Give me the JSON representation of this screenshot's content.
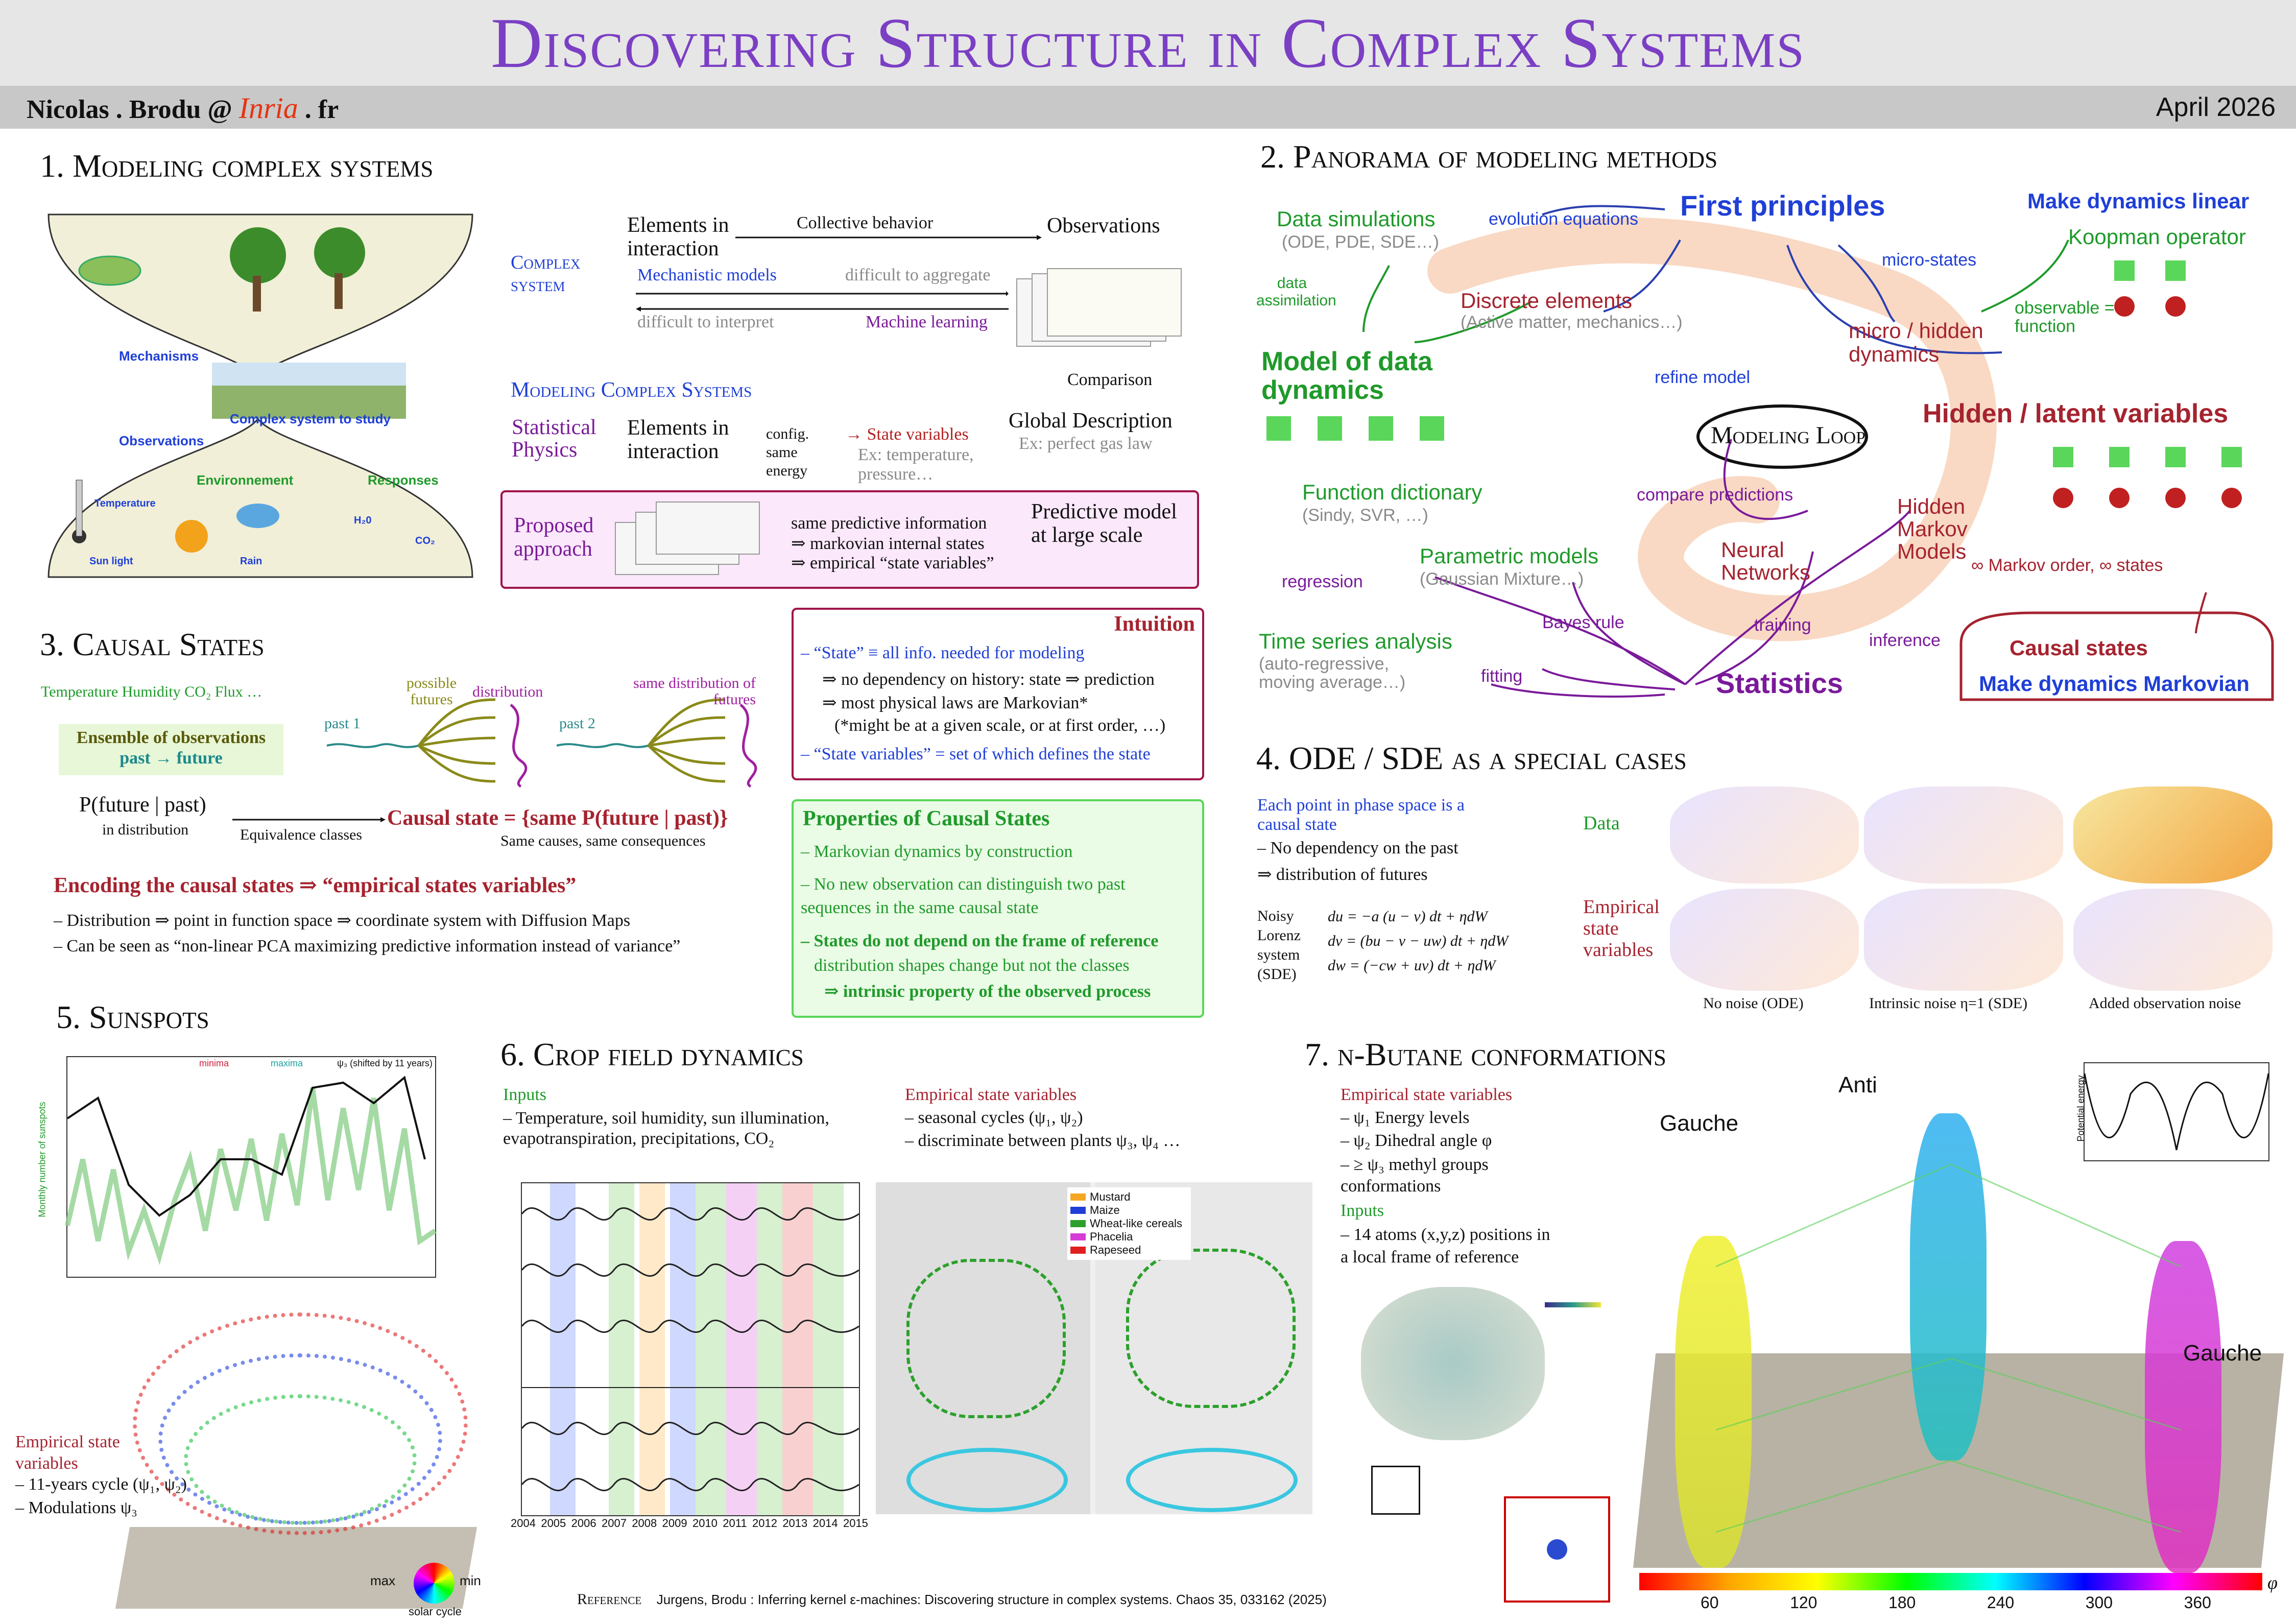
{
  "header": {
    "title": "Discovering Structure in Complex Systems",
    "author": "Nicolas . Brodu @",
    "author_logo": "Inria",
    "author_suffix": ". fr",
    "date": "April 2026"
  },
  "s1": {
    "title": "1. Modeling complex systems",
    "illustration": {
      "mechanisms": "Mechanisms",
      "observations": "Observations",
      "center": "Complex system to study",
      "environment": "Environnement",
      "responses": "Responses",
      "temperature": "Temperature",
      "sunlight": "Sun light",
      "rain": "Rain",
      "h2o": "H₂0",
      "co2": "CO₂"
    },
    "complex_system": "Complex system",
    "elements": "Elements in interaction",
    "collective": "Collective behavior",
    "observations": "Observations",
    "mechanistic": "Mechanistic models",
    "difficult_aggregate": "difficult to aggregate",
    "difficult_interpret": "difficult to interpret",
    "machine_learning": "Machine learning",
    "comparison": "Comparison",
    "modeling_cs": "Modeling Complex Systems",
    "stat_phys": "Statistical Physics",
    "elements2": "Elements in interaction",
    "config": "config. same energy",
    "state_vars": "→ State variables",
    "ex_temp": "Ex: temperature, pressure…",
    "global_desc": "Global Description",
    "ex_gas": "Ex: perfect gas law",
    "proposed": "Proposed approach",
    "p1": "same predictive information",
    "p2": "⇒ markovian internal states",
    "p3": "⇒ empirical “state variables”",
    "predictive_model": "Predictive model at large scale"
  },
  "s2": {
    "title": "2. Panorama of modeling methods",
    "first_principles": "First principles",
    "evolution_eq": "evolution equations",
    "data_sim": "Data simulations",
    "data_sim_sub": "(ODE, PDE, SDE…)",
    "data_assim": "data assimilation",
    "discrete": "Discrete elements",
    "discrete_sub": "(Active matter, mechanics…)",
    "model_data": "Model of data dynamics",
    "micro_states": "micro-states",
    "micro_hidden": "micro / hidden dynamics",
    "make_linear": "Make dynamics linear",
    "koopman": "Koopman operator",
    "observable": "observable = function",
    "refine": "refine model",
    "loop": "Modeling Loop",
    "compare": "compare predictions",
    "hidden_latent": "Hidden / latent variables",
    "func_dict": "Function dictionary",
    "func_dict_sub": "(Sindy, SVR, …)",
    "parametric": "Parametric models",
    "parametric_sub": "(Gaussian Mixture…)",
    "regression": "regression",
    "bayes": "Bayes rule",
    "neural": "Neural Networks",
    "hmm": "Hidden Markov Models",
    "training": "training",
    "inference": "inference",
    "markov_inf": "∞ Markov order, ∞ states",
    "time_series": "Time series analysis",
    "time_series_sub": "(auto-regressive, moving average…)",
    "fitting": "fitting",
    "statistics": "Statistics",
    "causal_states": "Causal states",
    "make_markov": "Make dynamics Markovian"
  },
  "s3": {
    "title": "3. Causal States",
    "vars": "Temperature  Humidity  CO₂ Flux  …",
    "ensemble": "Ensemble of observations",
    "past_future": "past → future",
    "possible_futures": "possible futures",
    "distribution": "distribution",
    "past1": "past 1",
    "past2": "past 2",
    "same_dist": "same distribution of futures",
    "p_future": "P(future | past)",
    "in_dist": "in distribution",
    "equiv": "Equivalence classes",
    "causal_state": "Causal state = {same P(future | past)}",
    "same_causes": "Same causes, same consequences",
    "encoding": "Encoding the causal states ⇒ “empirical states variables”",
    "enc1": "– Distribution ⇒ point in function space ⇒ coordinate system with Diffusion Maps",
    "enc2": "– Can be seen as “non-linear PCA maximizing predictive information instead of variance”",
    "intuition": "Intuition",
    "i1": "– “State” ≡ all info. needed for modeling",
    "i2": "⇒ no dependency on history: state ⇒ prediction",
    "i3": "⇒ most physical laws are Markovian*",
    "i4": "(*might be at a given scale, or at first order, …)",
    "i5": "– “State variables” = set of which defines the state",
    "properties": "Properties of Causal States",
    "pr1": "– Markovian dynamics by construction",
    "pr2": "– No new observation can distinguish two past sequences in the same causal state",
    "pr3": "– States do not depend on the frame of reference",
    "pr4": "distribution shapes change but not the classes",
    "pr5": "⇒ intrinsic property of the observed process"
  },
  "s4": {
    "title": "4. ODE / SDE as a special cases",
    "phase": "Each point in phase space is a causal state",
    "nodep": "– No dependency on the past",
    "dist": "⇒ distribution of futures",
    "noisy": "Noisy Lorenz system (SDE)",
    "eq1": "du = −a (u − v) dt + ηdW",
    "eq2": "dv = (bu − v − uw) dt + ηdW",
    "eq3": "dw = (−cw + uv) dt + ηdW",
    "data": "Data",
    "empirical": "Empirical state variables",
    "c1": "No noise (ODE)",
    "c2": "Intrinsic noise η=1 (SDE)",
    "c3": "Added observation noise"
  },
  "s5": {
    "title": "5. Sunspots",
    "legend_min": "minima",
    "legend_max": "maxima",
    "legend_psi": "ψ₃ (shifted by 11 years)",
    "ylabel": "Monthly number of sunspots",
    "emp": "Empirical state variables",
    "e1": "– 11-years cycle (ψ₁, ψ₂)",
    "e2": "– Modulations ψ₃",
    "max": "max",
    "min": "min",
    "solar": "solar cycle"
  },
  "s6": {
    "title": "6. Crop field dynamics",
    "inputs": "Inputs",
    "in1": "– Temperature, soil humidity, sun illumination, evapotranspiration, precipitations, CO₂",
    "emp": "Empirical state variables",
    "e1": "– seasonal cycles (ψ₁, ψ₂)",
    "e2": "– discriminate between plants ψ₃, ψ₄ …",
    "legend": [
      "Mustard",
      "Maize",
      "Wheat-like cereals",
      "Phacelia",
      "Rapeseed"
    ],
    "legend_colors": [
      "#f5a623",
      "#1f3fd6",
      "#2ca02c",
      "#d63bd6",
      "#e02020"
    ],
    "years": [
      "2004",
      "2005",
      "2006",
      "2007",
      "2008",
      "2009",
      "2010",
      "2011",
      "2012",
      "2013",
      "2014",
      "2015"
    ]
  },
  "s7": {
    "title": "7. n-Butane conformations",
    "emp": "Empirical state variables",
    "e1": "– ψ₁ Energy levels",
    "e2": "– ψ₂ Dihedral angle φ",
    "e3": "– ≥ ψ₃ methyl groups conformations",
    "inputs": "Inputs",
    "in1": "– 14 atoms (x,y,z) positions in a local frame of reference",
    "anti": "Anti",
    "gauche1": "Gauche",
    "gauche2": "Gauche",
    "energy_ylabel": "Potential energy",
    "colorbar_ticks": [
      "60",
      "120",
      "180",
      "240",
      "300",
      "360"
    ],
    "phi": "φ"
  },
  "reference": {
    "label": "Reference",
    "text": "Jurgens, Brodu : Inferring kernel ε-machines: Discovering structure in complex systems. Chaos 35, 033162 (2025)"
  }
}
